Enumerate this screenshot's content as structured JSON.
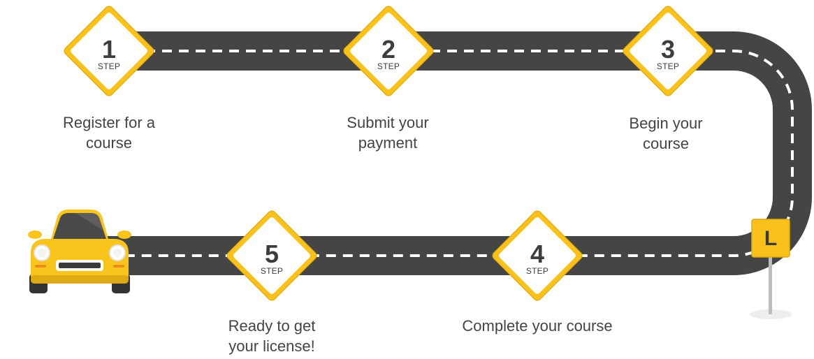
{
  "steps": [
    {
      "number": "1",
      "step_label": "STEP",
      "caption": "Register for a\ncourse"
    },
    {
      "number": "2",
      "step_label": "STEP",
      "caption": "Submit your\npayment"
    },
    {
      "number": "3",
      "step_label": "STEP",
      "caption": "Begin your\ncourse"
    },
    {
      "number": "4",
      "step_label": "STEP",
      "caption": "Complete your course"
    },
    {
      "number": "5",
      "step_label": "STEP",
      "caption": "Ready to get\nyour license!"
    }
  ],
  "learner_sign": {
    "letter": "L"
  },
  "colors": {
    "road": "#454545",
    "lane_marking": "#ffffff",
    "sign_border": "#f9c11a",
    "sign_face": "#ffffff",
    "car_body": "#f9c41c",
    "text": "#444444"
  },
  "icons": {
    "car": "car-icon",
    "learner_sign": "learner-sign-icon"
  }
}
